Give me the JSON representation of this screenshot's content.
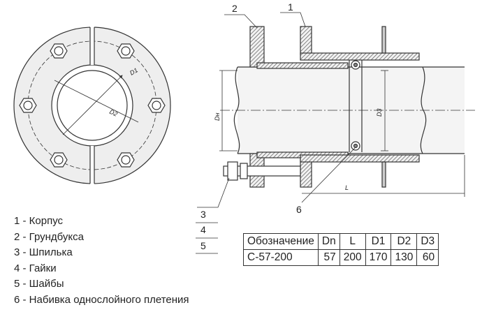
{
  "callouts": {
    "c1": "1",
    "c2": "2",
    "c3": "3",
    "c4": "4",
    "c5": "5",
    "c6": "6"
  },
  "dims": {
    "d1": "D1",
    "d2": "D2",
    "d3": "D3",
    "dn": "Dн",
    "l": "L"
  },
  "legend": [
    "1 - Корпус",
    "2 - Грундбукса",
    "3 - Шпилька",
    "4 - Гайки",
    "5 - Шайбы",
    "6 - Набивка однослойного плетения"
  ],
  "table": {
    "headers": [
      "Обозначение",
      "Dn",
      "L",
      "D1",
      "D2",
      "D3"
    ],
    "row": [
      "С-57-200",
      "57",
      "200",
      "170",
      "130",
      "60"
    ]
  }
}
